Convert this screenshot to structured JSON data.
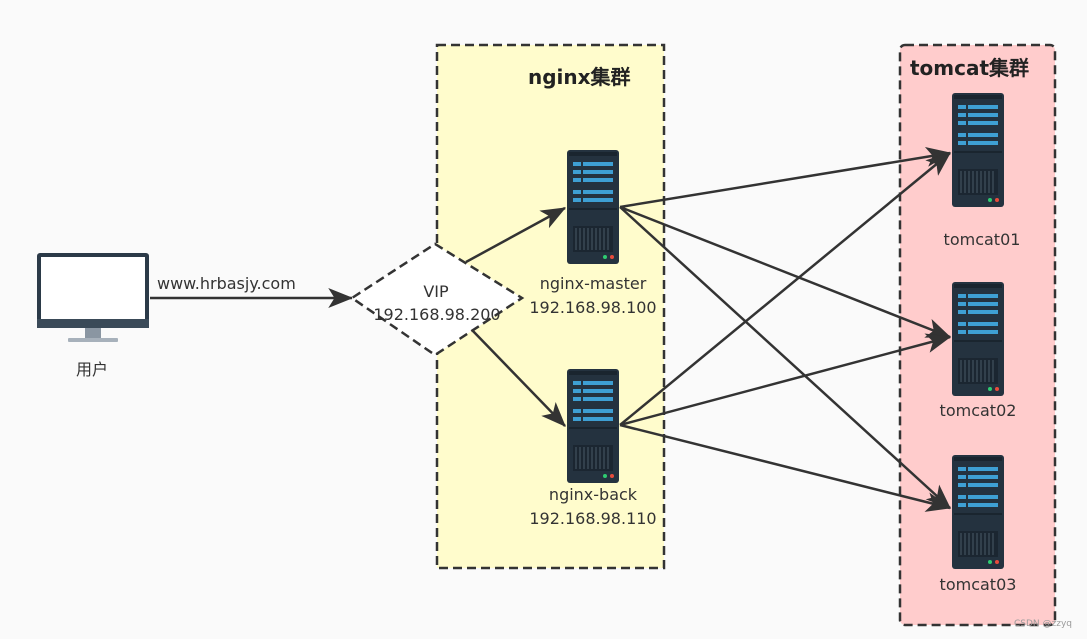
{
  "colors": {
    "nginx_cluster_fill": "#fffccc",
    "tomcat_cluster_fill": "#ffcccc",
    "border": "#333333",
    "server_body": "#24323f",
    "server_slot": "#3e9fd3",
    "edge": "#333333"
  },
  "icons": {
    "user": "desktop-monitor-icon",
    "server": "server-rack-icon"
  },
  "user": {
    "label": "用户"
  },
  "link_label": "www.hrbasjy.com",
  "vip": {
    "label": "VIP",
    "ip": "192.168.98.200"
  },
  "nginx_cluster": {
    "title": "nginx集群",
    "nodes": [
      {
        "name": "nginx-master",
        "ip": "192.168.98.100"
      },
      {
        "name": "nginx-back",
        "ip": "192.168.98.110"
      }
    ]
  },
  "tomcat_cluster": {
    "title": "tomcat集群",
    "nodes": [
      {
        "name": "tomcat01"
      },
      {
        "name": "tomcat02"
      },
      {
        "name": "tomcat03"
      }
    ]
  },
  "watermark": "CSDN @zzyq"
}
